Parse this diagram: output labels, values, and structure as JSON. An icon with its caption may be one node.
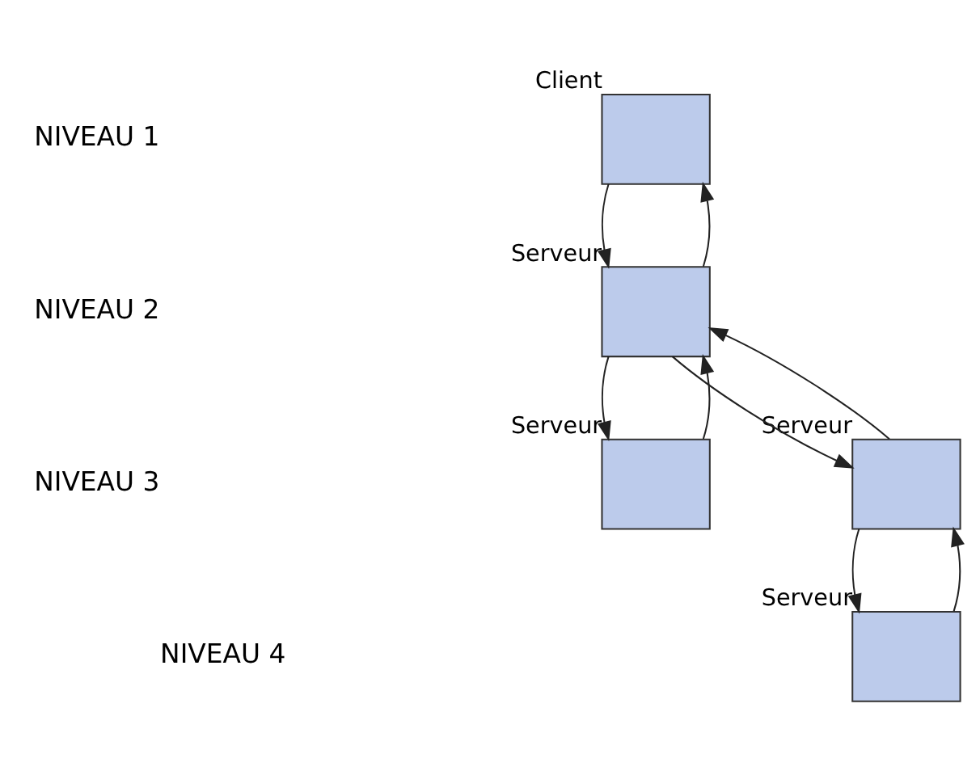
{
  "diagram": {
    "nodes": [
      {
        "text": [],
        "shape": "box",
        "beside": [
          "Client"
        ]
      },
      {
        "text": [],
        "shape": "box",
        "beside": [
          "Serveur"
        ]
      },
      {
        "text": [],
        "shape": "box",
        "beside": [
          "Serveur"
        ]
      },
      {
        "text": [],
        "shape": "box",
        "beside": [
          "Serveur"
        ]
      },
      {
        "text": [],
        "shape": "box",
        "beside": [
          "Serveur"
        ]
      }
    ],
    "edges": [
      {
        "from": 0,
        "to": 1,
        "arrow": "to"
      },
      {
        "from": 1,
        "to": 0,
        "arrow": "to"
      },
      {
        "from": 2,
        "to": 1,
        "arrow": "to"
      },
      {
        "from": 1,
        "to": 2,
        "arrow": "to"
      },
      {
        "from": 1,
        "to": 3,
        "arrow": "to"
      },
      {
        "from": 3,
        "to": 1,
        "arrow": "to"
      },
      {
        "from": 3,
        "to": 4,
        "arrow": "to"
      },
      {
        "from": 4,
        "to": 3,
        "arrow": "to"
      }
    ],
    "labels": [
      "NIVEAU 1",
      "NIVEAU 2",
      "NIVEAU 3",
      "NIVEAU 4"
    ]
  }
}
